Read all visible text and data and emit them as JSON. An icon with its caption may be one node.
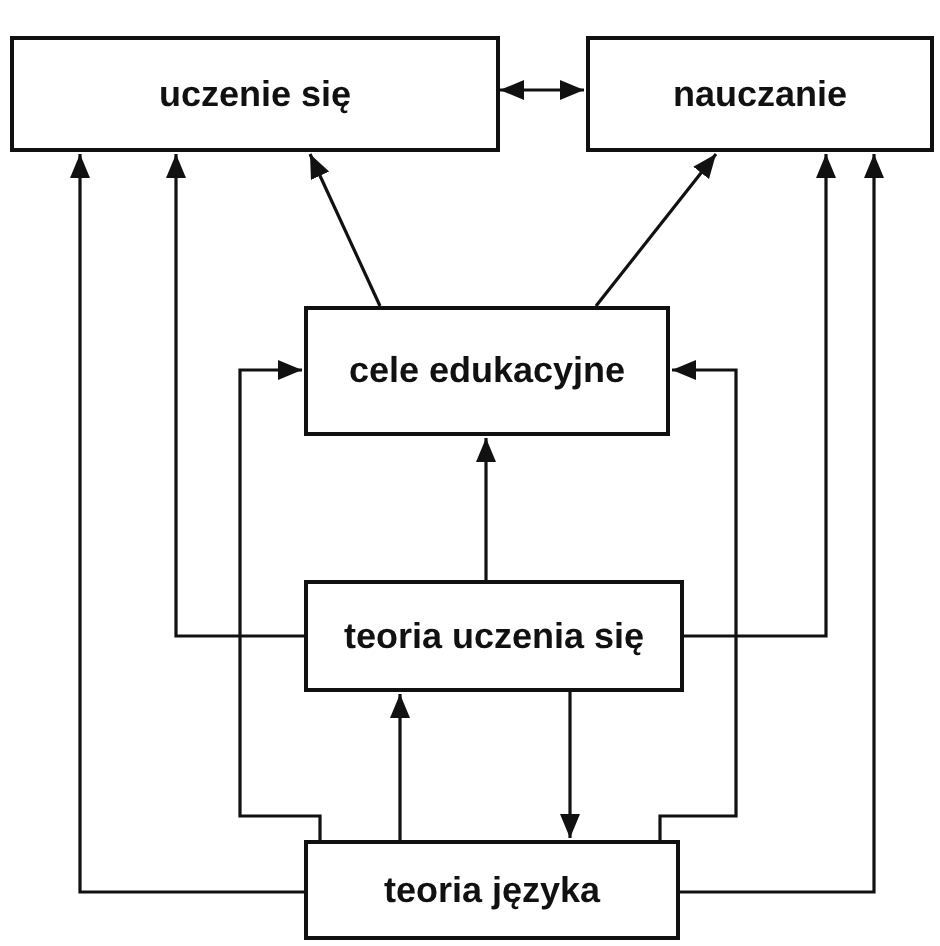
{
  "diagram": {
    "nodes": [
      {
        "text": [
          "uczenie się"
        ]
      },
      {
        "text": [
          "nauczanie"
        ]
      },
      {
        "text": [
          "cele edukacyjne"
        ]
      },
      {
        "text": [
          "teoria uczenia się"
        ]
      },
      {
        "text": [
          "teoria języka"
        ]
      }
    ],
    "edges": [
      {
        "from": 0,
        "to": 1,
        "arrow": "both"
      },
      {
        "from": 2,
        "to": 0,
        "arrow": "to"
      },
      {
        "from": 2,
        "to": 1,
        "arrow": "to"
      },
      {
        "from": 3,
        "to": 2,
        "arrow": "to"
      },
      {
        "from": 3,
        "to": 0,
        "arrow": "to"
      },
      {
        "from": 3,
        "to": 1,
        "arrow": "to"
      },
      {
        "from": 4,
        "to": 0,
        "arrow": "to"
      },
      {
        "from": 4,
        "to": 1,
        "arrow": "to"
      },
      {
        "from": 4,
        "to": 3,
        "arrow": "to"
      },
      {
        "from": 3,
        "to": 4,
        "arrow": "to"
      },
      {
        "from": 4,
        "to": 2,
        "arrow": "to"
      },
      {
        "from": 4,
        "to": 2,
        "arrow": "to"
      }
    ]
  }
}
